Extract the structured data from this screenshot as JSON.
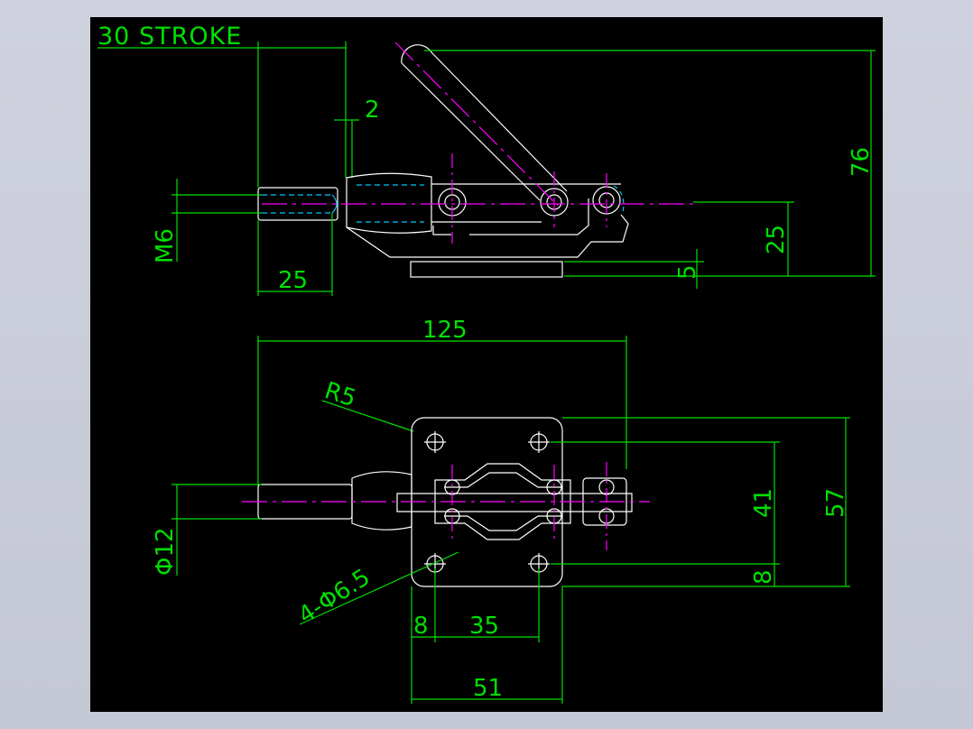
{
  "colors": {
    "background": "#000000",
    "frame": "#c9ccd9",
    "outline": "#ffffff",
    "dimension": "#00e000",
    "centerline": "#ff00ff",
    "hidden": "#00c8ff"
  },
  "side_view": {
    "stroke_label": "30 STROKE",
    "dim_2": "2",
    "dim_76": "76",
    "dim_25_height": "25",
    "dim_5": "5",
    "dim_m6": "M6",
    "dim_25_length": "25"
  },
  "top_view": {
    "dim_125": "125",
    "dim_r5": "R5",
    "dim_41": "41",
    "dim_57": "57",
    "dim_8_vertical": "8",
    "dim_phi12": "Φ12",
    "dim_holes": "4-Φ6.5",
    "dim_8_horizontal": "8",
    "dim_35": "35",
    "dim_51": "51"
  }
}
